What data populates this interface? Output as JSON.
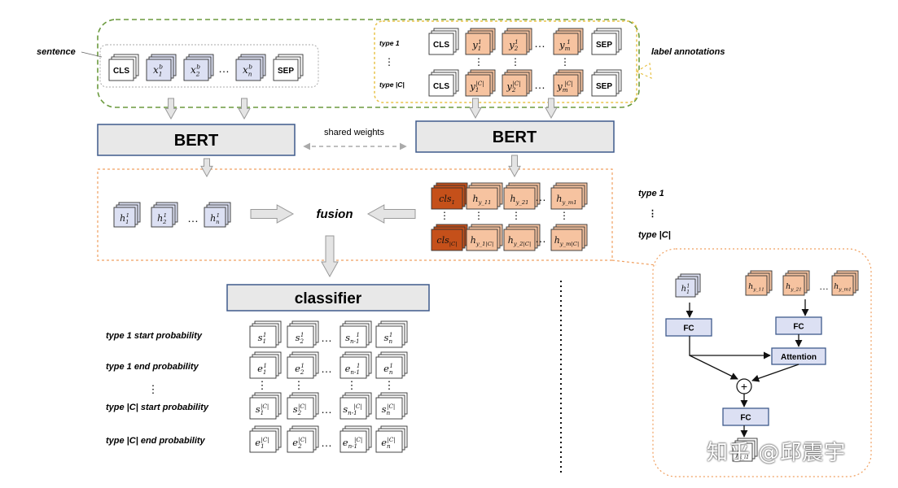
{
  "input": {
    "sentence_label": "sentence",
    "label_annotations_label": "label annotations",
    "sentence_tokens": [
      "CLS",
      "x_1^b",
      "x_2^b",
      "…",
      "x_n^b",
      "SEP"
    ],
    "annotation_rows": [
      {
        "type_label": "type 1",
        "tokens": [
          "CLS",
          "y_1^1",
          "y_2^1",
          "…",
          "y_m^1",
          "SEP"
        ]
      },
      {
        "type_label": "type |C|",
        "tokens": [
          "CLS",
          "y_1^{|C|}",
          "y_2^{|C|}",
          "…",
          "y_m^{|C|}",
          "SEP"
        ]
      }
    ],
    "vdots": "⋮"
  },
  "encoders": {
    "left": "BERT",
    "right": "BERT",
    "shared_weights": "shared weights"
  },
  "fusion": {
    "label": "fusion",
    "left_tokens": [
      "h_1^1",
      "h_2^1",
      "…",
      "h_n^1"
    ],
    "right_rows": [
      [
        "cls_1",
        "h_{y_1^1}",
        "h_{y_2^1}",
        "…",
        "h_{y_m^1}"
      ],
      [
        "cls_{|C|}",
        "h_{y_1^{|C|}}",
        "h_{y_2^{|C|}}",
        "…",
        "h_{y_m^{|C|}}"
      ]
    ],
    "type_legend": [
      "type 1",
      "⋮",
      "type |C|"
    ]
  },
  "classifier": {
    "label": "classifier",
    "rows": [
      {
        "label": "type 1 start probability",
        "cells": [
          "s_1^1",
          "s_2^1",
          "…",
          "s_{n-1}^1",
          "s_n^1"
        ]
      },
      {
        "label": "type 1 end probability",
        "cells": [
          "e_1^1",
          "e_2^1",
          "…",
          "e_{n-1}^1",
          "e_n^1"
        ]
      },
      {
        "label": "type |C| start probability",
        "cells": [
          "s_1^{|C|}",
          "s_2^{|C|}",
          "…",
          "s_{n-1}^{|C|}",
          "s_n^{|C|}"
        ]
      },
      {
        "label": "type |C| end probability",
        "cells": [
          "e_1^{|C|}",
          "e_2^{|C|}",
          "…",
          "e_{n-1}^{|C|}",
          "e_n^{|C|}"
        ]
      }
    ]
  },
  "detail": {
    "h_token": "h_1^1",
    "hy_tokens": [
      "h_{y_1^1}",
      "h_{y_2^1}",
      "…",
      "h_{y_m^1}"
    ],
    "fc_left": "FC",
    "fc_right": "FC",
    "attention": "Attention",
    "plus": "+",
    "fc_bottom": "FC",
    "output": "f_{x_i^1}"
  },
  "watermark": "知乎 @邱震宇",
  "colors": {
    "blue_fill": "#dce0f3",
    "orange_fill": "#f6c3a0",
    "dark_orange": "#c5501a",
    "grey_box": "#e8e8e8",
    "box_border": "#3f5a8c",
    "green_dash": "#6b9a3e",
    "orange_dash": "#f0a060",
    "yellow_dash": "#e8c34a"
  }
}
